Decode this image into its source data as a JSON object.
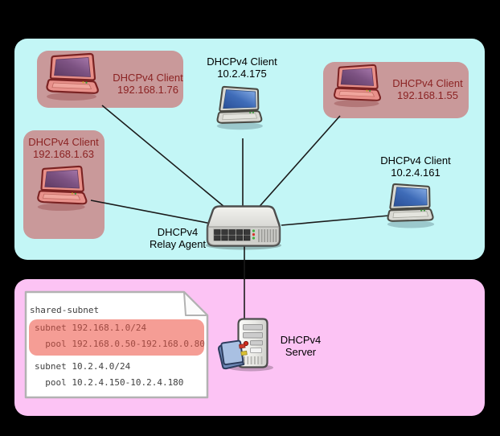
{
  "diagram": {
    "clients": [
      {
        "label_line1": "DHCPv4 Client",
        "label_line2": "192.168.1.76",
        "boxed": true
      },
      {
        "label_line1": "DHCPv4 Client",
        "label_line2": "10.2.4.175",
        "boxed": false
      },
      {
        "label_line1": "DHCPv4 Client",
        "label_line2": "192.168.1.55",
        "boxed": true
      },
      {
        "label_line1": "DHCPv4 Client",
        "label_line2": "192.168.1.63",
        "boxed": true
      },
      {
        "label_line1": "DHCPv4 Client",
        "label_line2": "10.2.4.161",
        "boxed": false
      }
    ],
    "relay_agent": {
      "label_line1": "DHCPv4",
      "label_line2": "Relay Agent"
    },
    "server": {
      "label_line1": "DHCPv4",
      "label_line2": "Server"
    },
    "config_note": {
      "header": "shared-subnet",
      "highlighted_lines": [
        "subnet 192.168.1.0/24",
        "  pool 192.168.0.50-192.168.0.80"
      ],
      "normal_lines": [
        "subnet 10.2.4.0/24",
        "  pool 10.2.4.150-10.2.4.180"
      ]
    },
    "icons": {
      "client": "laptop-icon",
      "relay_agent": "network-switch-icon",
      "server": "server-tower-icon",
      "config_note": "document-icon",
      "server_book": "book-icon"
    },
    "colors": {
      "background": "#000000",
      "subnet_top_region": "#c3f6f6",
      "subnet_bottom_region": "#fcc3f4",
      "client_box": "#c9999a",
      "boxed_client_text": "#8b2323",
      "plain_label_text": "#000000",
      "note_bg": "#ffffff",
      "note_border": "#b2b2b2",
      "note_text": "#3f3f3f",
      "note_highlight": "#f59d95",
      "note_highlight_text": "#9e4a42",
      "connection_line": "#1a1a1a"
    }
  }
}
